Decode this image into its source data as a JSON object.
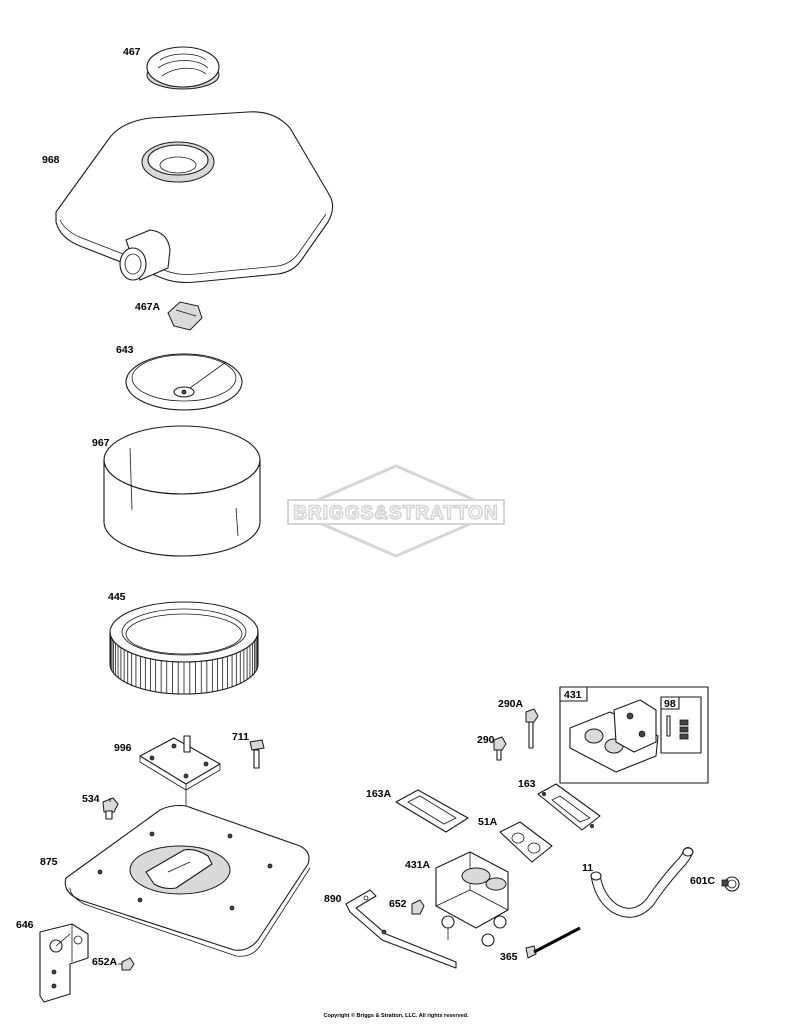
{
  "watermark": {
    "brand_text": "BRIGGS&STRATTON"
  },
  "labels": {
    "p467": "467",
    "p968": "968",
    "p467A": "467A",
    "p643": "643",
    "p967": "967",
    "p445": "445",
    "p996": "996",
    "p711": "711",
    "p534": "534",
    "p875": "875",
    "p646": "646",
    "p652A": "652A",
    "p290A": "290A",
    "p290": "290",
    "p431": "431",
    "p98": "98",
    "p163A": "163A",
    "p163": "163",
    "p51A": "51A",
    "p431A": "431A",
    "p11": "11",
    "p601C": "601C",
    "p890": "890",
    "p652": "652",
    "p365": "365"
  },
  "footer": {
    "copyright": "Copyright © Briggs & Stratton, LLC. All rights reserved."
  }
}
